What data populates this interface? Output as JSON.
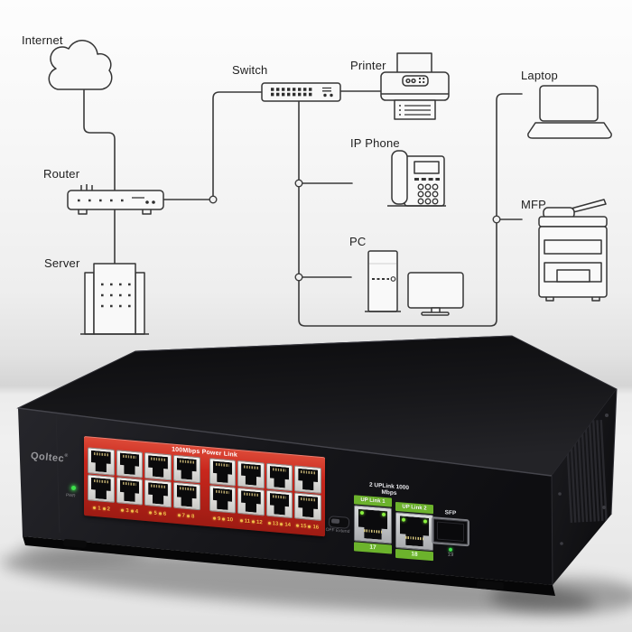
{
  "diagram": {
    "items": [
      {
        "label": "Internet",
        "icon": "cloud-icon"
      },
      {
        "label": "Router",
        "icon": "router-icon"
      },
      {
        "label": "Server",
        "icon": "server-building-icon"
      },
      {
        "label": "Switch",
        "icon": "switch-icon"
      },
      {
        "label": "Printer",
        "icon": "printer-icon"
      },
      {
        "label": "IP Phone",
        "icon": "ip-phone-icon"
      },
      {
        "label": "PC",
        "icon": "desktop-pc-icon"
      },
      {
        "label": "Laptop",
        "icon": "laptop-icon"
      },
      {
        "label": "MFP",
        "icon": "mfp-copier-icon"
      }
    ]
  },
  "device": {
    "brand": "Qoltec",
    "brand_reg": "®",
    "pwr_led_label": "PWR",
    "panel_title": "100Mbps Power Link",
    "port_numbers": [
      "1",
      "2",
      "3",
      "4",
      "5",
      "6",
      "7",
      "8",
      "9",
      "10",
      "11",
      "12",
      "13",
      "14",
      "15",
      "16"
    ],
    "mode_switch_label": "OFF Extend",
    "uplink_title": "2 UPLink 1000 Mbps",
    "uplinks": [
      {
        "label": "UP Link 1",
        "number": "17"
      },
      {
        "label": "UP Link 2",
        "number": "18"
      }
    ],
    "sfp": {
      "label": "SFP",
      "number": "19"
    },
    "colors": {
      "panel_red": "#c8271d",
      "uplink_green": "#6cb32c",
      "led_green": "#3de04a",
      "port_led_amber": "#f0c04a"
    }
  }
}
